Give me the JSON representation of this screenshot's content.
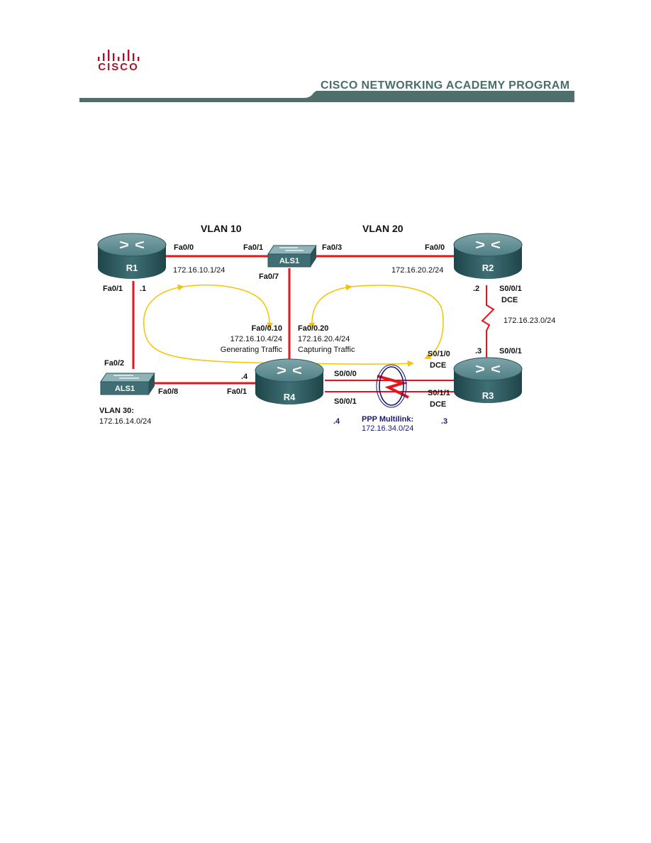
{
  "header": {
    "logo_text": "CISCO",
    "program_title": "CISCO NETWORKING ACADEMY PROGRAM",
    "brand_color": "#a3162b",
    "rule_color": "#4f6f6c"
  },
  "colors": {
    "ethernet_link": "#e8141d",
    "traffic_arrow": "#f5c400",
    "router_body": "#3f6f74",
    "multilink_circle": "#1a1a72"
  },
  "devices": {
    "r1": "R1",
    "r2": "R2",
    "r3": "R3",
    "r4": "R4",
    "als1_top": "ALS1",
    "als1_bottom": "ALS1"
  },
  "vlans": {
    "vlan10": "VLAN 10",
    "vlan20": "VLAN 20",
    "vlan30": "VLAN 30:",
    "vlan30_net": "172.16.14.0/24"
  },
  "labels": {
    "r1_fa00": "Fa0/0",
    "r1_ip": "172.16.10.1/24",
    "r1_fa01": "Fa0/1",
    "r1_host": ".1",
    "als1_fa01": "Fa0/1",
    "als1_fa03": "Fa0/3",
    "als1_fa07": "Fa0/7",
    "r2_fa00": "Fa0/0",
    "r2_ip": "172.16.20.2/24",
    "r2_host": ".2",
    "r2_s001": "S0/0/1",
    "r2_dce": "DCE",
    "net_23": "172.16.23.0/24",
    "r3_host": ".3",
    "r3_s001": "S0/0/1",
    "sub10_name": "Fa0/0.10",
    "sub10_ip": "172.16.10.4/24",
    "sub10_note": "Generating Traffic",
    "sub20_name": "Fa0/0.20",
    "sub20_ip": "172.16.20.4/24",
    "sub20_note": "Capturing Traffic",
    "als1b_fa02": "Fa0/2",
    "als1b_fa08": "Fa0/8",
    "r4_host": ".4",
    "r4_fa01": "Fa0/1",
    "r4_s000": "S0/0/0",
    "r4_s001": "S0/0/1",
    "r3_s010": "S0/1/0",
    "r3_s010_dce": "DCE",
    "r3_s011": "S0/1/1",
    "r3_s011_dce": "DCE",
    "ml_r4_host": ".4",
    "ml_title": "PPP Multilink:",
    "ml_net": "172.16.34.0/24",
    "ml_r3_host": ".3"
  }
}
